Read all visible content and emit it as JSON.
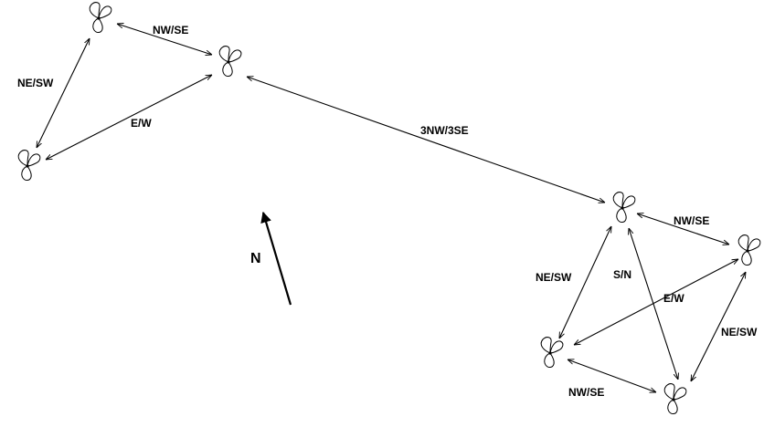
{
  "diagram": {
    "stroke_color": "#000000",
    "background": "#ffffff",
    "north_label": "N",
    "node_icon": "three-lobe-antenna-icon",
    "labels": {
      "left_top": "NW/SE",
      "left_side": "NE/SW",
      "left_bottom": "E/W",
      "link": "3NW/3SE",
      "right_top": "NW/SE",
      "right_left": "NE/SW",
      "right_center": "S/N",
      "right_diag": "E/W",
      "right_side": "NE/SW",
      "right_bottom": "NW/SE"
    }
  }
}
